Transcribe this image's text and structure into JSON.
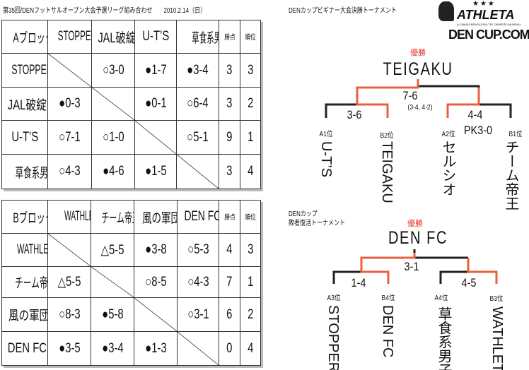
{
  "header": {
    "title": "第35回/DENフットサルオープン大会予選リーグ組み合わせ　　2010.2.14（日）"
  },
  "block_a": {
    "headers": [
      "Aブロック",
      "STOPPER",
      "JAL破綻",
      "U-T’S",
      "草食系男子",
      "勝点",
      "順位"
    ],
    "rows": [
      [
        "STOPPER",
        "",
        "○3-0",
        "●1-7",
        "●3-4",
        "3",
        "3"
      ],
      [
        "JAL破綻",
        "●0-3",
        "",
        "●0-1",
        "○6-4",
        "3",
        "2"
      ],
      [
        "U-T’S",
        "○7-1",
        "○1-0",
        "",
        "○5-1",
        "9",
        "1"
      ],
      [
        "草食系男子",
        "○4-3",
        "●4-6",
        "●1-5",
        "",
        "3",
        "4"
      ]
    ]
  },
  "block_b": {
    "headers": [
      "Bブロック",
      "WATHLETA",
      "チーム帝王",
      "風の軍団",
      "DEN FC",
      "勝点",
      "順位"
    ],
    "rows": [
      [
        "WATHLETA",
        "",
        "△5-5",
        "●3-8",
        "○5-3",
        "4",
        "3"
      ],
      [
        "チーム帝王",
        "△5-5",
        "",
        "○8-5",
        "○4-3",
        "7",
        "1"
      ],
      [
        "風の軍団",
        "○8-3",
        "●5-8",
        "",
        "○3-1",
        "6",
        "2"
      ],
      [
        "DEN FC",
        "●3-5",
        "●3-4",
        "●1-3",
        "",
        "0",
        "4"
      ]
    ]
  },
  "logo": {
    "stars": "★★★",
    "brand": "ATHLETA",
    "tagline": "A CAMISA BRASILEIRA TRI CAMPEÃO MUNDIAL",
    "site": "DEN CUP.COM"
  },
  "beginner": {
    "title": "DENカップビギナー大会決勝トーナメント",
    "champion_label": "優勝",
    "champion": "TEIGAKU",
    "final_score": "7-6",
    "final_detail": "(3-4, 4-2)",
    "semi1_score": "3-6",
    "semi2_score": "4-4",
    "semi2_pk": "PK3-0",
    "seeds": [
      "A1位",
      "B2位",
      "A2位",
      "B1位"
    ],
    "teams": [
      "U-T’S",
      "TEIGAKU",
      "セルシオ",
      "チーム帝王"
    ]
  },
  "consolation": {
    "title1": "DENカップ",
    "title2": "敗者復活トーナメント",
    "champion_label": "優勝",
    "champion": "DEN FC",
    "final_score": "3-1",
    "semi1_score": "1-4",
    "semi2_score": "4-5",
    "seeds": [
      "A3位",
      "B4位",
      "A4位",
      "B3位"
    ],
    "teams": [
      "STOPPER",
      "DEN FC",
      "草食系男子",
      "WATHLETA"
    ]
  },
  "colors": {
    "win_line": "#e8603c",
    "line": "#222",
    "champion": "#e8342c"
  }
}
